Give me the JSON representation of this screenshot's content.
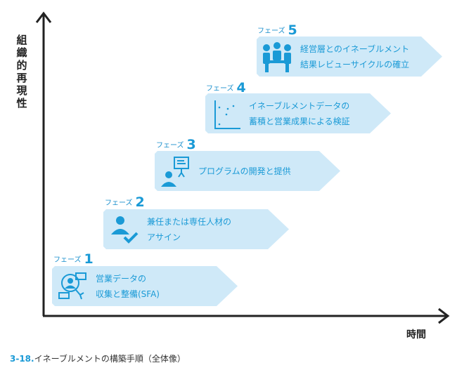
{
  "axes": {
    "y_label": "組織的再現性",
    "x_label": "時間"
  },
  "caption": {
    "number": "3-18.",
    "title": "イネーブルメントの構築手順（全体像）"
  },
  "phase_prefix": "フェーズ",
  "phases": [
    {
      "num": "1",
      "lines": [
        "営業データの",
        "収集と整備(SFA)"
      ],
      "icon": "crm-data-icon"
    },
    {
      "num": "2",
      "lines": [
        "兼任または専任人材の",
        "アサイン"
      ],
      "icon": "person-check-icon"
    },
    {
      "num": "3",
      "lines": [
        "プログラムの開発と提供"
      ],
      "icon": "presentation-icon"
    },
    {
      "num": "4",
      "lines": [
        "イネーブルメントデータの",
        "蓄積と営業成果による検証"
      ],
      "icon": "scatter-chart-icon"
    },
    {
      "num": "5",
      "lines": [
        "経営層とのイネーブルメント",
        "結果レビューサイクルの確立"
      ],
      "icon": "meeting-icon"
    }
  ],
  "colors": {
    "accent": "#1a9ad6",
    "box": "#cfe9f8",
    "axis": "#222222"
  }
}
